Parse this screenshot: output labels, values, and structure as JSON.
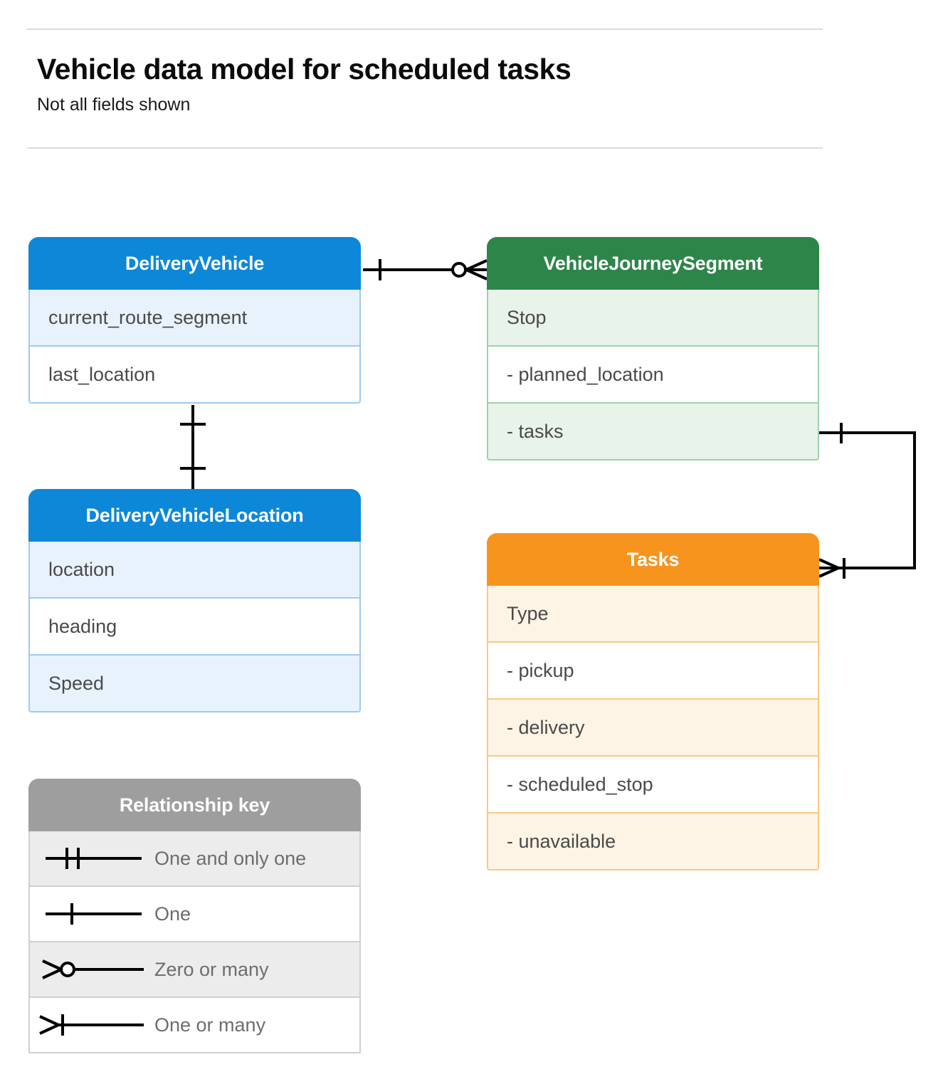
{
  "header": {
    "title": "Vehicle data model for scheduled tasks",
    "subtitle": "Not all fields shown"
  },
  "colors": {
    "blue_header": "#0d87d8",
    "blue_tint": "#e8f2fd",
    "blue_border": "#9ecbf0",
    "green_header": "#2d8549",
    "green_tint": "#e8f3ea",
    "green_border": "#9dd2ab",
    "orange_header": "#f7941e",
    "orange_tint": "#fef4e5",
    "orange_border": "#fbc97e",
    "gray_header": "#9e9e9e",
    "gray_tint": "#ececec",
    "line": "#000000"
  },
  "entities": {
    "delivery_vehicle": {
      "title": "DeliveryVehicle",
      "rows": [
        {
          "label": "current_route_segment"
        },
        {
          "label": "last_location"
        }
      ]
    },
    "delivery_vehicle_location": {
      "title": "DeliveryVehicleLocation",
      "rows": [
        {
          "label": "location"
        },
        {
          "label": "heading"
        },
        {
          "label": "Speed"
        }
      ]
    },
    "vehicle_journey_segment": {
      "title": "VehicleJourneySegment",
      "rows": [
        {
          "label": "Stop"
        },
        {
          "label": "-  planned_location"
        },
        {
          "label": "- tasks"
        }
      ]
    },
    "tasks": {
      "title": "Tasks",
      "rows": [
        {
          "label": "Type"
        },
        {
          "label": "-  pickup"
        },
        {
          "label": "-  delivery"
        },
        {
          "label": "-  scheduled_stop"
        },
        {
          "label": "-  unavailable"
        }
      ]
    }
  },
  "legend": {
    "title": "Relationship key",
    "rows": [
      {
        "label": "One and only one",
        "symbol": "one-and-only-one-symbol"
      },
      {
        "label": "One",
        "symbol": "one-symbol"
      },
      {
        "label": "Zero or many",
        "symbol": "zero-or-many-symbol"
      },
      {
        "label": "One or many",
        "symbol": "one-or-many-symbol"
      }
    ]
  },
  "relationships": [
    {
      "name": "deliveryvehicle-to-vehiclejourneysegment",
      "from": "DeliveryVehicle",
      "to": "VehicleJourneySegment",
      "from_cardinality": "One",
      "to_cardinality": "Zero or many"
    },
    {
      "name": "deliveryvehicle-to-deliveryvehiclelocation",
      "from": "DeliveryVehicle",
      "to": "DeliveryVehicleLocation",
      "from_cardinality": "One",
      "to_cardinality": "One"
    },
    {
      "name": "vehiclejourneysegment-tasks-to-tasks",
      "from": "VehicleJourneySegment",
      "to": "Tasks",
      "from_cardinality": "One",
      "to_cardinality": "One or many"
    }
  ]
}
